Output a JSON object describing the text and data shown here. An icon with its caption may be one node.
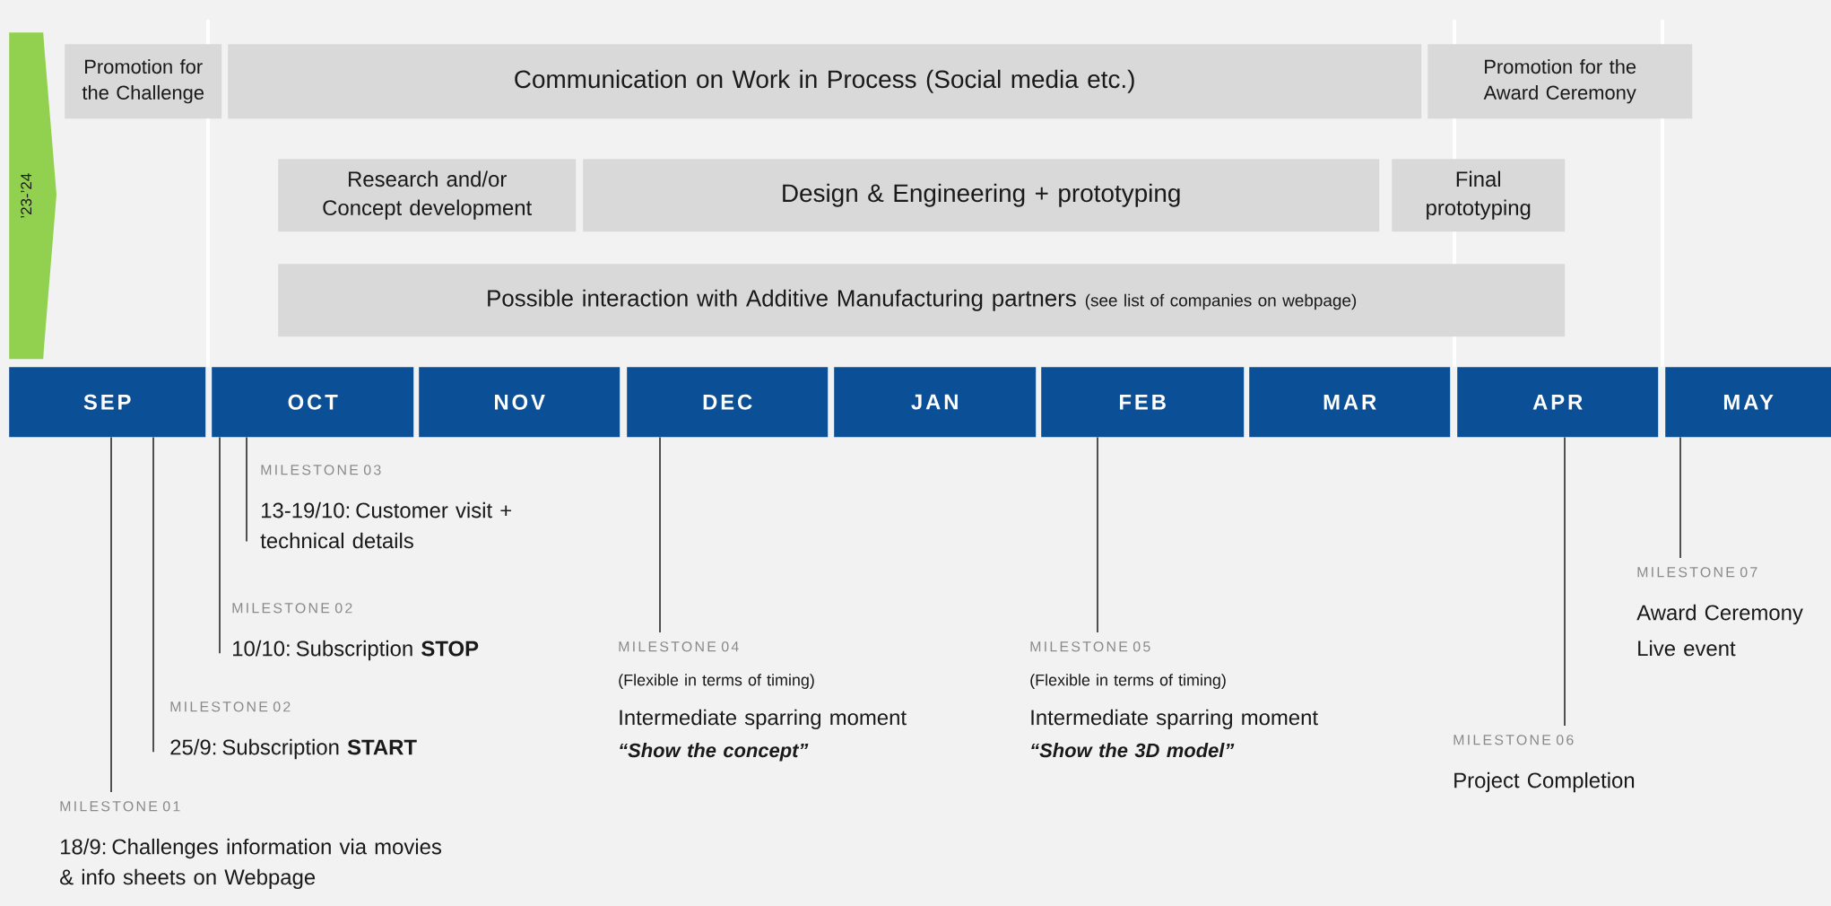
{
  "diagram": {
    "nodes": [
      {
        "text": [
          "’23-’24"
        ]
      },
      {
        "text": [
          "Promotion for the Challenge"
        ]
      },
      {
        "text": [
          "Communication on Work in Process (Social media etc.)"
        ]
      },
      {
        "text": [
          "Promotion for the Award Ceremony"
        ]
      },
      {
        "text": [
          "Research and/or Concept development"
        ]
      },
      {
        "text": [
          "Design & Engineering + prototyping"
        ]
      },
      {
        "text": [
          "Final prototyping"
        ]
      },
      {
        "text": [
          "Possible interaction with Additive Manufacturing partners",
          "(see list of companies on webpage)"
        ]
      },
      {
        "text": [
          "SEP"
        ]
      },
      {
        "text": [
          "OCT"
        ]
      },
      {
        "text": [
          "NOV"
        ]
      },
      {
        "text": [
          "DEC"
        ]
      },
      {
        "text": [
          "JAN"
        ]
      },
      {
        "text": [
          "FEB"
        ]
      },
      {
        "text": [
          "MAR"
        ]
      },
      {
        "text": [
          "APR"
        ]
      },
      {
        "text": [
          "MAY"
        ]
      },
      {
        "text": [
          "MILESTONE 01",
          "18/9: Challenges information via movies & info sheets on Webpage"
        ]
      },
      {
        "text": [
          "MILESTONE 02",
          "25/9: Subscription **START**"
        ]
      },
      {
        "text": [
          "MILESTONE 02",
          "10/10: Subscription **STOP**"
        ]
      },
      {
        "text": [
          "MILESTONE 03",
          "13-19/10: Customer visit + technical details"
        ]
      },
      {
        "text": [
          "MILESTONE 04",
          "(Flexible in terms of timing)",
          "Intermediate sparring moment",
          "“Show the concept”"
        ]
      },
      {
        "text": [
          "MILESTONE 05",
          "(Flexible in terms of timing)",
          "Intermediate sparring moment",
          "“Show the 3D model”"
        ]
      },
      {
        "text": [
          "MILESTONE 06",
          "Project Completion"
        ]
      },
      {
        "text": [
          "MILESTONE 07",
          "Award Ceremony",
          "Live event"
        ]
      }
    ],
    "edges": [
      {
        "from": 17,
        "to": 8,
        "arrow": "none"
      },
      {
        "from": 18,
        "to": 8,
        "arrow": "none"
      },
      {
        "from": 19,
        "to": 9,
        "arrow": "none"
      },
      {
        "from": 20,
        "to": 9,
        "arrow": "none"
      },
      {
        "from": 21,
        "to": 11,
        "arrow": "none"
      },
      {
        "from": 22,
        "to": 13,
        "arrow": "none"
      },
      {
        "from": 23,
        "to": 15,
        "arrow": "none"
      },
      {
        "from": 24,
        "to": 16,
        "arrow": "none"
      }
    ]
  }
}
